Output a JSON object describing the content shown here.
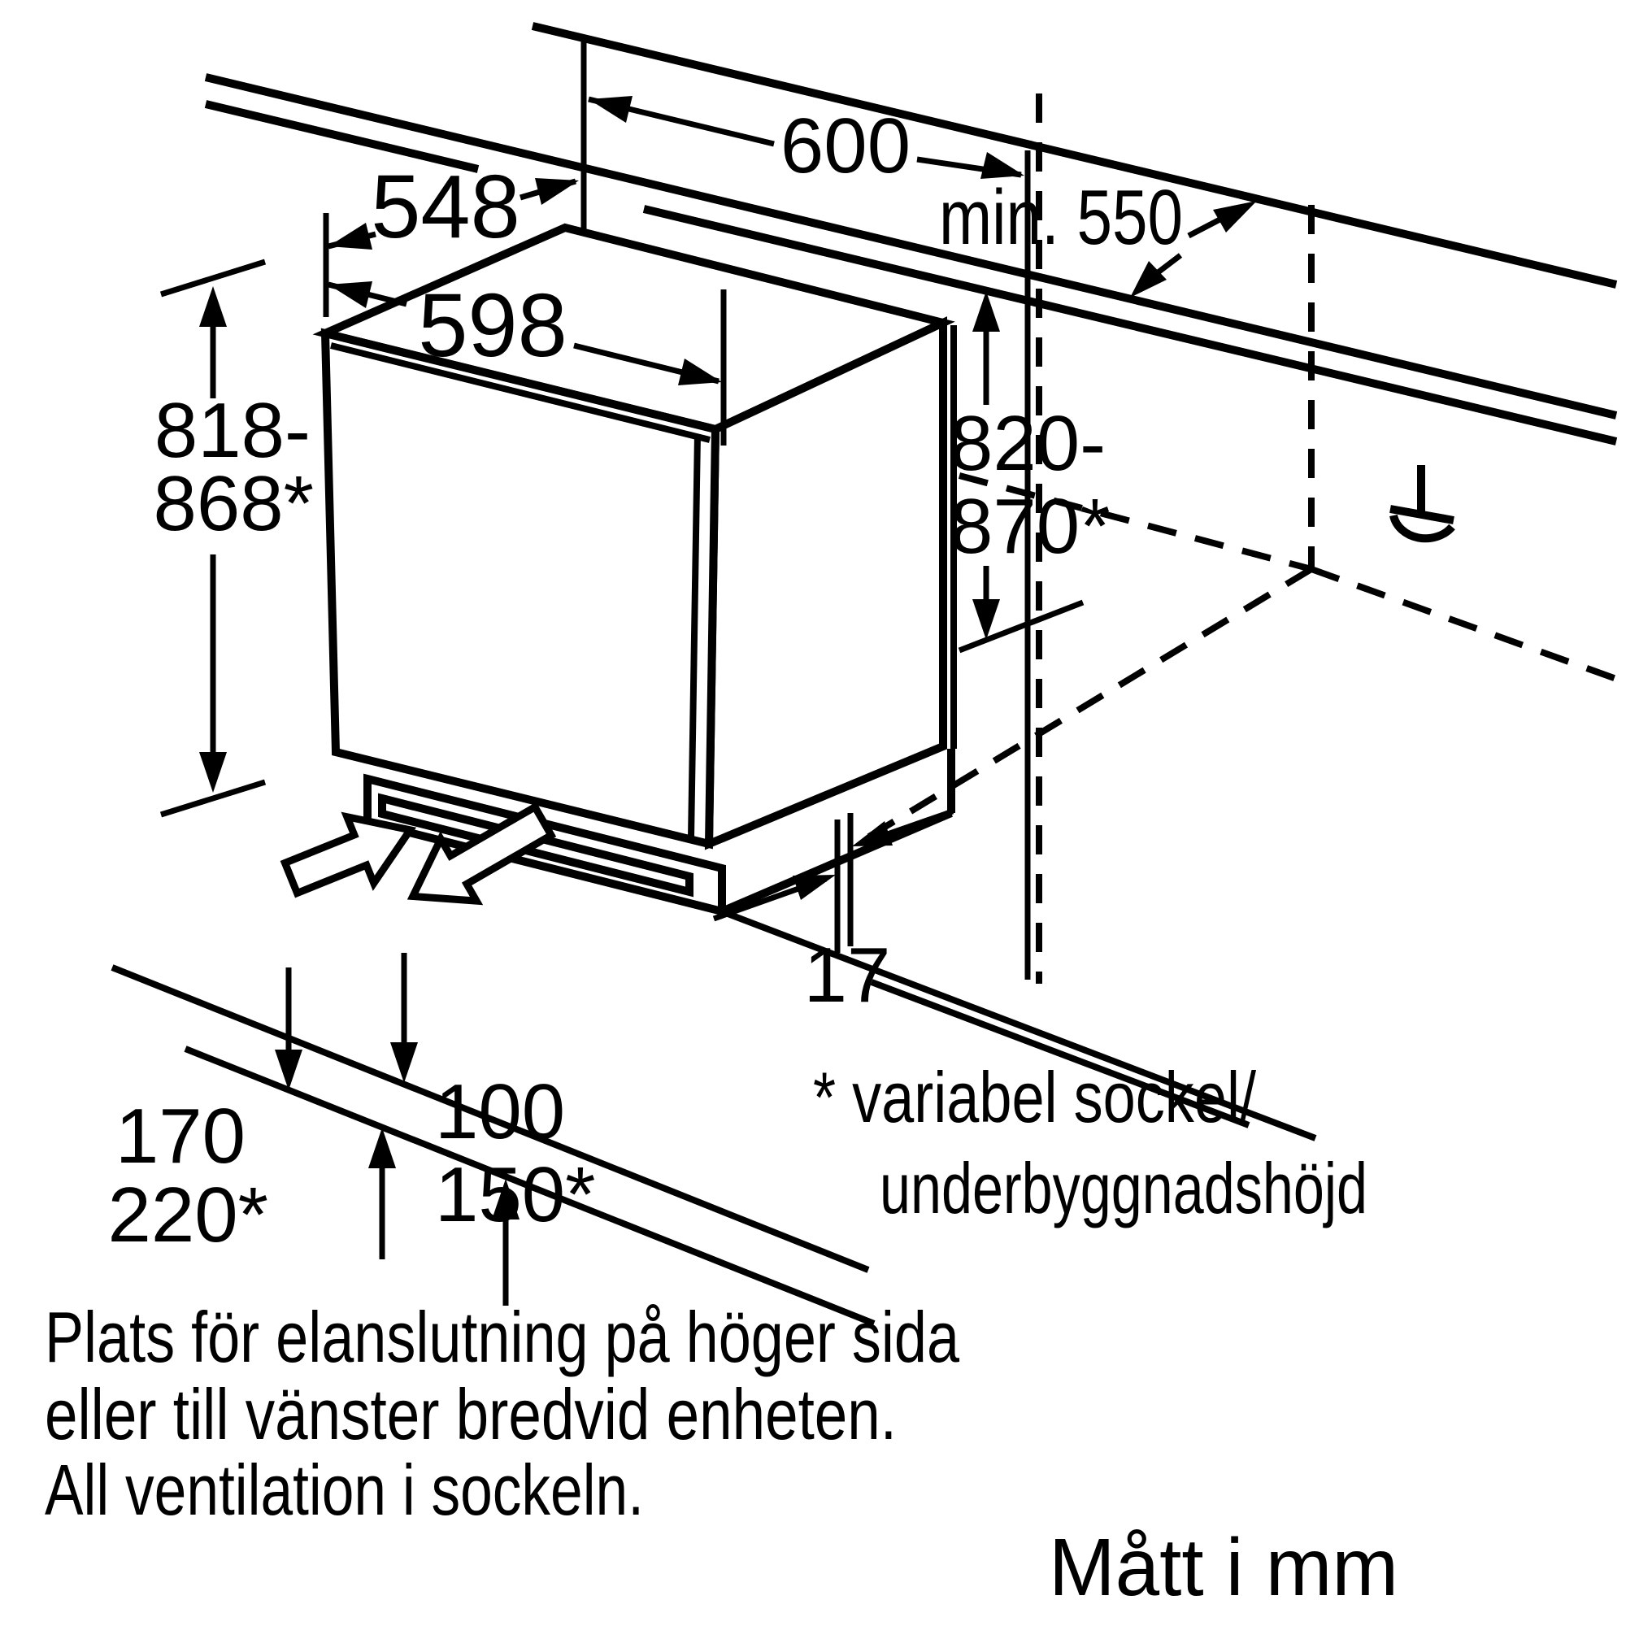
{
  "colors": {
    "background": "#ffffff",
    "line": "#000000"
  },
  "diagram_type": "appliance-installation-dimension-drawing",
  "labels": {
    "d548": "548",
    "d598": "598",
    "d600": "600",
    "dmin550": "min. 550",
    "h818": "818-",
    "h868": "868*",
    "h820": "820-",
    "h870": "870*",
    "g17": "17",
    "p170": "170",
    "p220": "220*",
    "p100": "100",
    "p150": "150*"
  },
  "footnote": {
    "line1": "* variabel sockel/",
    "line2": "underbyggnadshöjd"
  },
  "note": {
    "line1": "Plats för elanslutning på höger sida",
    "line2": "eller till vänster bredvid enheten.",
    "line3": "All ventilation i sockeln."
  },
  "units": {
    "label": "Mått i mm"
  },
  "icons": {
    "socket": "power-outlet-symbol",
    "airflow_in": "airflow-in-arrow",
    "airflow_out": "airflow-out-arrow"
  }
}
